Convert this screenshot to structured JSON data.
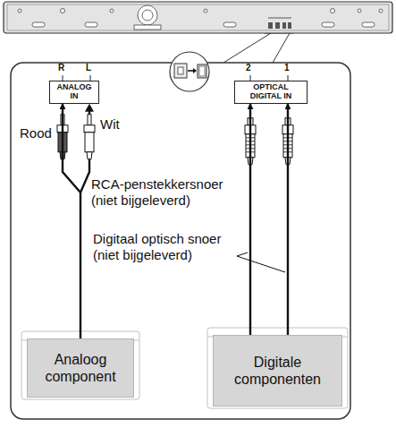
{
  "diagram": {
    "nodes": [
      {
        "text": [
          "ANALOG IN"
        ]
      },
      {
        "text": [
          "OPTICAL DIGITAL IN"
        ]
      },
      {
        "text": [
          "Analoog component"
        ]
      },
      {
        "text": [
          "Digitale componenten"
        ]
      }
    ],
    "edges": [
      {
        "from": 2,
        "to": 0,
        "arrow": "to"
      },
      {
        "from": 3,
        "to": 1,
        "arrow": "to"
      },
      {
        "from": 3,
        "to": 1,
        "arrow": "to"
      }
    ],
    "labels": [
      "R",
      "L",
      "2",
      "1",
      "Rood",
      "Wit",
      "RCA-penstekkersnoer (niet bijgeleverd)",
      "Digitaal optisch snoer (niet bijgeleverd)"
    ]
  }
}
